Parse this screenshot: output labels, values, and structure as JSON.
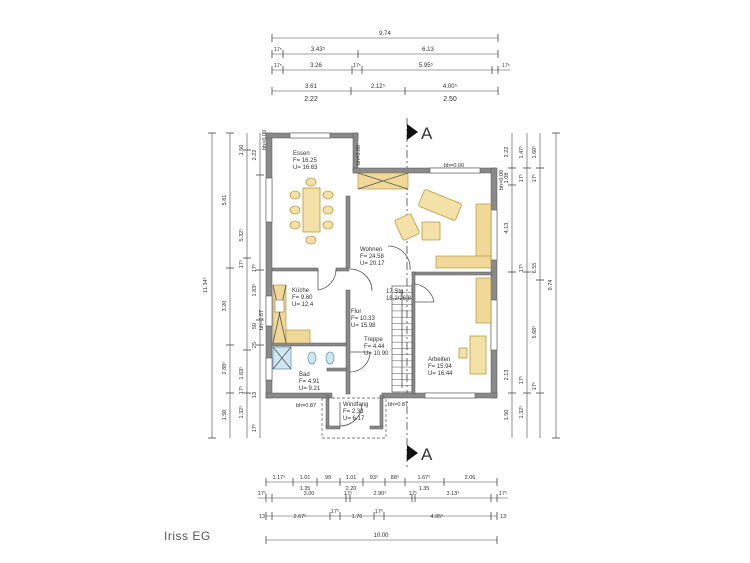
{
  "caption": "Iriss  EG",
  "section_marker": "A",
  "rooms": {
    "essen": {
      "name": "Essen",
      "f": "F= 16.25",
      "u": "U= 16.63"
    },
    "wohnen": {
      "name": "Wohnen",
      "f": "F= 24.58",
      "u": "U= 20.17"
    },
    "kueche": {
      "name": "Küche",
      "f": "F= 9.60",
      "u": "U= 12.4"
    },
    "flur": {
      "name": "Flur",
      "f": "F= 10.33",
      "u": "U= 15.98"
    },
    "treppe": {
      "name": "Treppe",
      "f": "F= 4.44",
      "u": "U= 10.90"
    },
    "bad": {
      "name": "Bad",
      "f": "F= 4.91",
      "u": "U= 9.21"
    },
    "windfang": {
      "name": "Windfang",
      "f": "F= 2.33",
      "u": "U= 6.17"
    },
    "arbeiten": {
      "name": "Arbeiten",
      "f": "F= 15.94",
      "u": "U= 16.44"
    }
  },
  "stair_label": "17 Stg",
  "stair_ratio": "18,2/26,8",
  "bh_labels": {
    "b1": "bh=0.00",
    "b2": "bh=0.00",
    "b3": "bh=0.00",
    "b4": "bh=0.87",
    "b5": "bh=0.87",
    "b6": "bh=0.87",
    "b7": "bh=0.00",
    "b8": "bh=0.00"
  },
  "top_dims": {
    "overall": "9.74",
    "r2": [
      "17⁵",
      "3.43⁵",
      "6.13"
    ],
    "r3": [
      "17⁵",
      "3.26",
      "17⁵",
      "5.95⁵",
      "17⁵"
    ],
    "r4": [
      "3.61",
      "2.12⁵",
      "4.00⁵"
    ],
    "r5": [
      "2.22",
      "2.50"
    ]
  },
  "bottom_dims": {
    "r1": [
      "1.17⁵",
      "1.01",
      "99",
      "1.01",
      "93⁵",
      "88⁵",
      "1.67⁵",
      "2.06"
    ],
    "r2": [
      "1.35",
      "2.20",
      "1.35"
    ],
    "r3": [
      "17⁵",
      "3.00",
      "17⁵",
      "2.90⁵",
      "17⁵",
      "3.13⁵",
      "17⁵"
    ],
    "r4": [
      "13",
      "2.67⁵",
      "17⁵",
      "1.76",
      "17⁵",
      "4.95⁵",
      "13"
    ],
    "overall": "10.00"
  },
  "left_dims": {
    "c1": [
      "11.34⁵"
    ],
    "c2": [
      "5.81",
      "3.20",
      "2.88⁵",
      "1.50"
    ],
    "c3": [
      "1.50",
      "5.32⁵",
      "17⁵",
      "1.63⁵",
      "17⁵",
      "1.32⁵"
    ],
    "c4": [
      "2.22",
      "17⁵",
      "1.83⁵",
      "50",
      "25",
      "13",
      "17⁵"
    ]
  },
  "right_dims": {
    "c1": [
      "2.22",
      "1.08",
      "4.13",
      "2.13",
      "1.50"
    ],
    "c2": [
      "1.47⁵",
      "17⁵",
      "17⁵",
      "17⁵",
      "1.32⁵"
    ],
    "c3": [
      "1.60⁵",
      "17⁵",
      "6.55",
      "5.68⁵",
      "17⁵"
    ],
    "c4": [
      "9.74"
    ]
  }
}
